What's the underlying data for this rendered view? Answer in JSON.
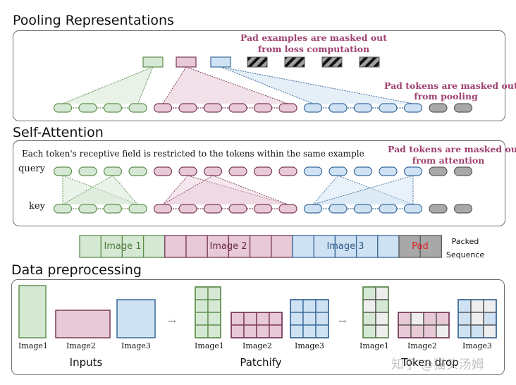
{
  "colors": {
    "green_fill": "#d5e8d4",
    "green_stroke": "#5f8f4e",
    "pink_fill": "#e8c9d6",
    "pink_stroke": "#7a3a5a",
    "blue_fill": "#cfe2f3",
    "blue_stroke": "#3a6a9a",
    "gray_fill": "#a8a8a8",
    "gray_stroke": "#5a5a5a",
    "drop_fill": "#eeeeee",
    "annotation": "#a0426f",
    "pad_text": "#e0202a"
  },
  "pooling": {
    "title": "Pooling Representations",
    "note_loss": [
      "Pad examples are masked out",
      "from loss computation"
    ],
    "note_pool": [
      "Pad tokens are masked out",
      "from pooling"
    ],
    "pooled_outputs": [
      "green",
      "pink",
      "blue"
    ],
    "pad_examples_count": 4,
    "tokens": {
      "green": 4,
      "pink": 6,
      "blue": 5,
      "gray": 2
    }
  },
  "attention": {
    "title": "Self-Attention",
    "description": "Each token's receptive field is restricted to the tokens within the same example",
    "note": [
      "Pad tokens are masked out",
      "from attention"
    ],
    "query_label": "query",
    "key_label": "key",
    "tokens": {
      "green": 4,
      "pink": 6,
      "blue": 5,
      "gray": 2
    }
  },
  "packed": {
    "segments": [
      {
        "label": "Image 1",
        "color": "green",
        "cells": 4
      },
      {
        "label": "Image 2",
        "color": "pink",
        "cells": 6
      },
      {
        "label": "Image 3",
        "color": "blue",
        "cells": 5
      },
      {
        "label": "Pad",
        "color": "gray",
        "cells": 2
      }
    ],
    "caption": [
      "Packed",
      "Sequence"
    ]
  },
  "preprocessing": {
    "title": "Data preprocessing",
    "arrow_glyph": "→",
    "stages": [
      {
        "caption": "Inputs",
        "images": [
          "Image1",
          "Image2",
          "Image3"
        ]
      },
      {
        "caption": "Patchify",
        "images": [
          "Image1",
          "Image2",
          "Image3"
        ]
      },
      {
        "caption": "Token drop",
        "images": [
          "Image1",
          "Image2",
          "Image3"
        ]
      }
    ],
    "patch_grids": [
      {
        "name": "Image1",
        "rows": 4,
        "cols": 2,
        "color": "green"
      },
      {
        "name": "Image2",
        "rows": 2,
        "cols": 4,
        "color": "pink"
      },
      {
        "name": "Image3",
        "rows": 3,
        "cols": 3,
        "color": "blue"
      }
    ],
    "token_drop_kept": [
      [
        [
          1,
          0
        ],
        [
          0,
          1
        ],
        [
          1,
          0
        ],
        [
          1,
          0
        ]
      ],
      [
        [
          1,
          0,
          1,
          1
        ],
        [
          1,
          1,
          1,
          0
        ]
      ],
      [
        [
          1,
          0,
          0
        ],
        [
          1,
          0,
          1
        ],
        [
          1,
          1,
          0
        ]
      ]
    ]
  },
  "watermark": "知乎 @猫头汤姆"
}
